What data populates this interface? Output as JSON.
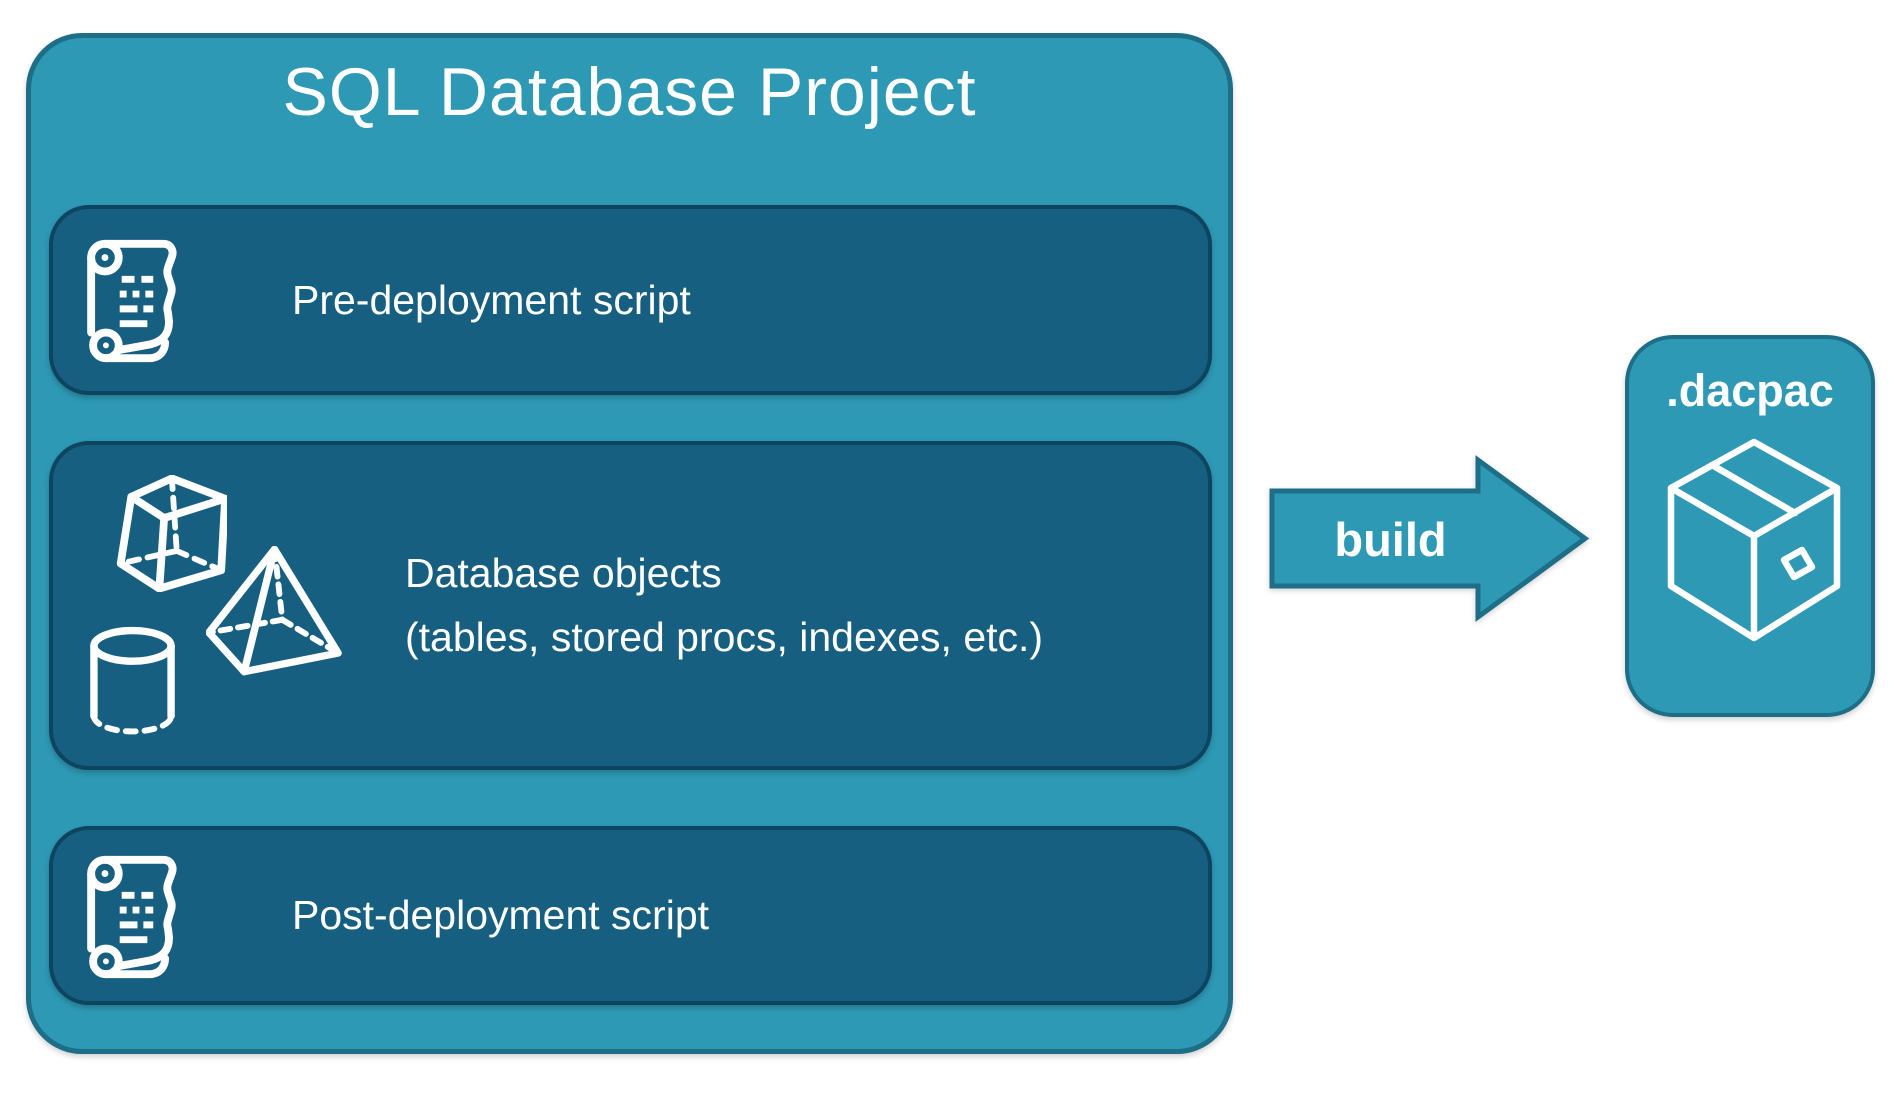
{
  "diagram": {
    "project": {
      "title": "SQL Database Project",
      "items": [
        {
          "label": "Pre-deployment script",
          "icon": "scroll-icon"
        },
        {
          "label": "Database objects",
          "sublabel": "(tables, stored procs, indexes, etc.)",
          "icons": [
            "cube-icon",
            "pyramid-icon",
            "cylinder-icon"
          ]
        },
        {
          "label": "Post-deployment script",
          "icon": "scroll-icon"
        }
      ]
    },
    "arrow": {
      "label": "build",
      "direction": "right"
    },
    "artifact": {
      "label": ".dacpac",
      "icon": "package-icon"
    },
    "colors": {
      "container_fill": "#2E99B5",
      "container_border": "#1D6E86",
      "item_fill": "#175F80",
      "item_border": "#0D4460",
      "text": "#FFFFFF"
    }
  }
}
